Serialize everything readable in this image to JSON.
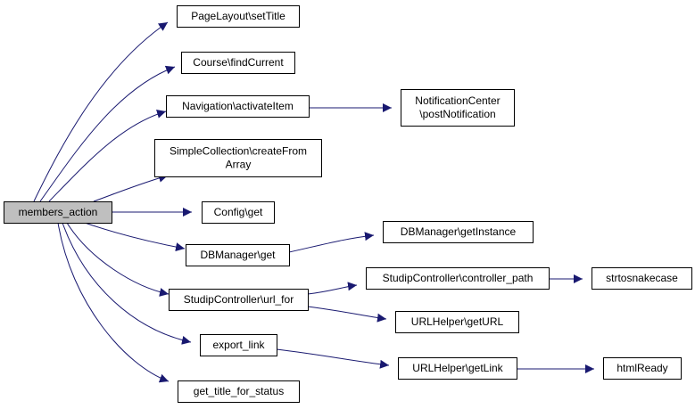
{
  "graph": {
    "root": {
      "id": "members_action",
      "label": [
        "members_action"
      ]
    },
    "nodes": [
      {
        "id": "PageLayout_setTitle",
        "label": [
          "PageLayout\\setTitle"
        ]
      },
      {
        "id": "Course_findCurrent",
        "label": [
          "Course\\findCurrent"
        ]
      },
      {
        "id": "Navigation_activateItem",
        "label": [
          "Navigation\\activateItem"
        ]
      },
      {
        "id": "NotificationCenter_postNotification",
        "label": [
          "NotificationCenter",
          "\\postNotification"
        ]
      },
      {
        "id": "SimpleCollection_createFromArray",
        "label": [
          "SimpleCollection\\createFrom",
          "Array"
        ]
      },
      {
        "id": "Config_get",
        "label": [
          "Config\\get"
        ]
      },
      {
        "id": "DBManager_get",
        "label": [
          "DBManager\\get"
        ]
      },
      {
        "id": "DBManager_getInstance",
        "label": [
          "DBManager\\getInstance"
        ]
      },
      {
        "id": "StudipController_url_for",
        "label": [
          "StudipController\\url_for"
        ]
      },
      {
        "id": "StudipController_controller_path",
        "label": [
          "StudipController\\controller_path"
        ]
      },
      {
        "id": "strtosnakecase",
        "label": [
          "strtosnakecase"
        ]
      },
      {
        "id": "URLHelper_getURL",
        "label": [
          "URLHelper\\getURL"
        ]
      },
      {
        "id": "export_link",
        "label": [
          "export_link"
        ]
      },
      {
        "id": "URLHelper_getLink",
        "label": [
          "URLHelper\\getLink"
        ]
      },
      {
        "id": "htmlReady",
        "label": [
          "htmlReady"
        ]
      },
      {
        "id": "get_title_for_status",
        "label": [
          "get_title_for_status"
        ]
      }
    ],
    "edges": [
      {
        "from": "members_action",
        "to": "PageLayout_setTitle"
      },
      {
        "from": "members_action",
        "to": "Course_findCurrent"
      },
      {
        "from": "members_action",
        "to": "Navigation_activateItem"
      },
      {
        "from": "members_action",
        "to": "SimpleCollection_createFromArray"
      },
      {
        "from": "members_action",
        "to": "Config_get"
      },
      {
        "from": "members_action",
        "to": "DBManager_get"
      },
      {
        "from": "members_action",
        "to": "StudipController_url_for"
      },
      {
        "from": "members_action",
        "to": "export_link"
      },
      {
        "from": "members_action",
        "to": "get_title_for_status"
      },
      {
        "from": "Navigation_activateItem",
        "to": "NotificationCenter_postNotification"
      },
      {
        "from": "DBManager_get",
        "to": "DBManager_getInstance"
      },
      {
        "from": "StudipController_url_for",
        "to": "StudipController_controller_path"
      },
      {
        "from": "StudipController_url_for",
        "to": "URLHelper_getURL"
      },
      {
        "from": "StudipController_controller_path",
        "to": "strtosnakecase"
      },
      {
        "from": "export_link",
        "to": "URLHelper_getLink"
      },
      {
        "from": "URLHelper_getLink",
        "to": "htmlReady"
      }
    ],
    "colors": {
      "root_fill": "#bfbfbf",
      "node_fill": "#ffffff",
      "node_stroke": "#000000",
      "edge": "#191970",
      "text": "#000000"
    }
  }
}
